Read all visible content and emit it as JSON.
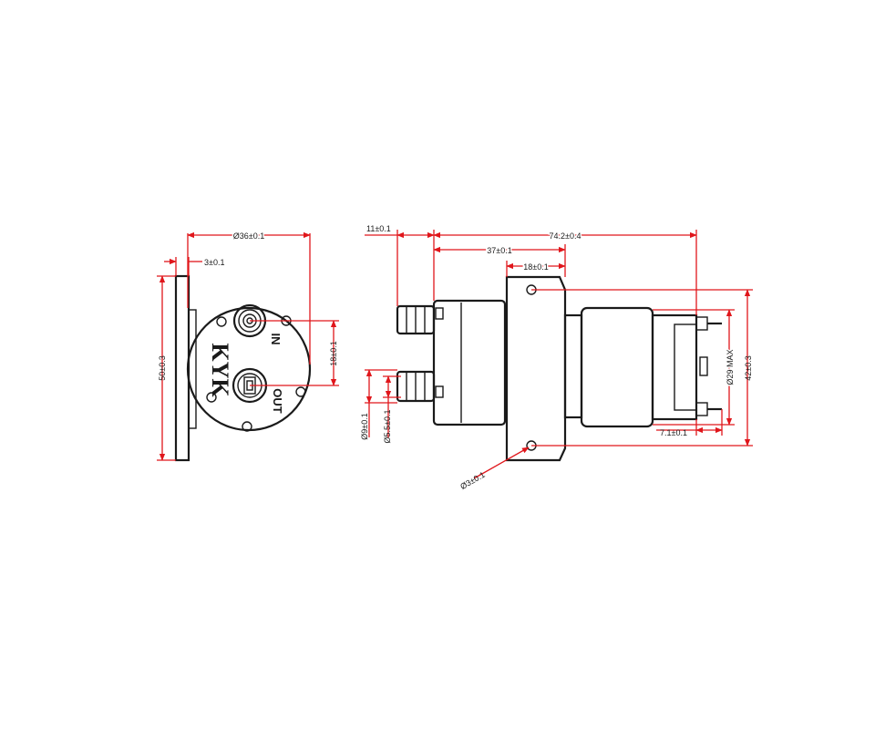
{
  "brand_mark": "KYK",
  "port_labels": {
    "inlet": "IN",
    "outlet": "OUT"
  },
  "dimensions": {
    "flange_diameter": "Ø36±0.1",
    "bracket_thickness": "3±0.1",
    "bracket_height": "50±0.3",
    "port_spacing": "18±0.1",
    "nozzle_length": "11±0.1",
    "overall_length": "74.2±0.4",
    "pump_head_length": "37±0.1",
    "bracket_width": "18±0.1",
    "mount_hole_span": "42±0.3",
    "motor_diameter": "Ø29 MAX",
    "terminal_length": "7.1±0.1",
    "nozzle_outer_dia": "Ø9±0.1",
    "nozzle_inner_dia": "Ø5.5±0.1",
    "mount_hole_dia": "Ø3±0.1"
  },
  "colors": {
    "outline": "#1a1a1a",
    "dimension_line": "#e0161b",
    "background": "#ffffff"
  }
}
